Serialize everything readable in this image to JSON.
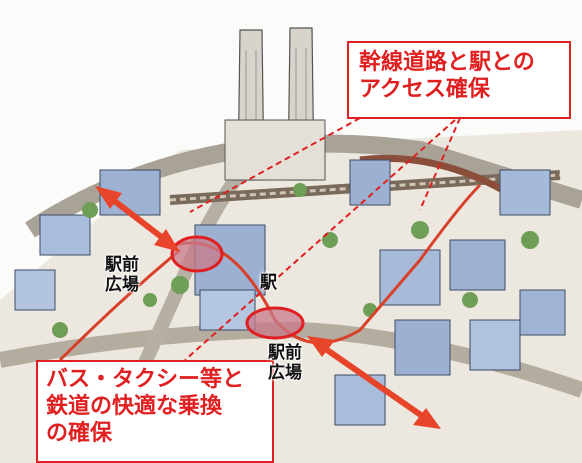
{
  "callouts": {
    "trunk_road_access": {
      "line1": "幹線道路と駅との",
      "line2": "アクセス確保"
    },
    "transfer": {
      "line1": "バス・タクシー等と",
      "line2": "鉄道の快適な乗換",
      "line3": "の確保"
    }
  },
  "labels": {
    "plaza_left": "駅前広場",
    "station": "駅",
    "plaza_bottom": "駅前広場"
  },
  "colors": {
    "accent_red": "#e02020",
    "highlight_fill": "#c87a8a",
    "arrow_red": "#e8442a"
  }
}
